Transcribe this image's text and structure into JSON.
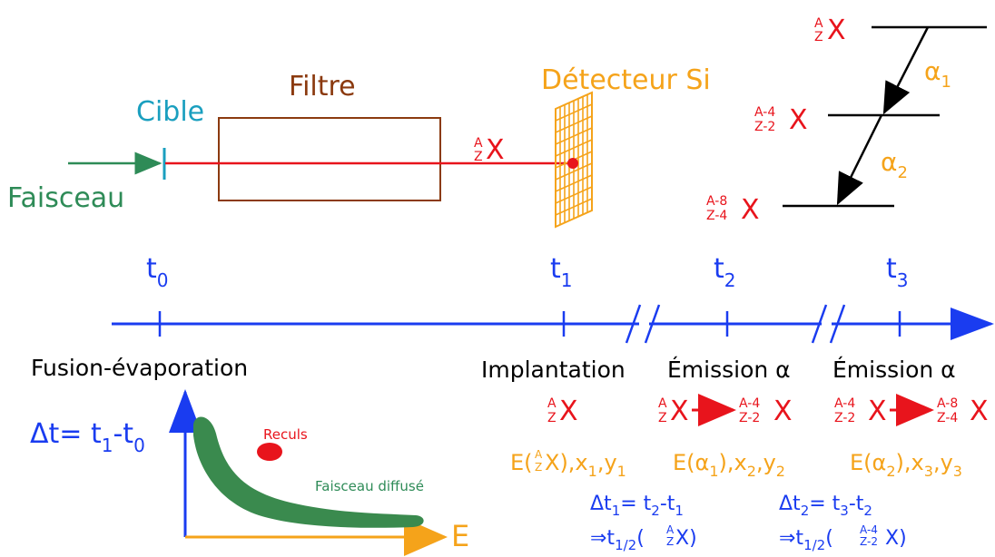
{
  "colors": {
    "green": "#2e8b57",
    "teal": "#1a9fbf",
    "brown": "#8b3a0f",
    "red": "#e8141c",
    "orange": "#f5a31a",
    "blue": "#1a3cf0",
    "black": "#000000",
    "blob_green": "#3a8a4e"
  },
  "setup": {
    "faisceau": "Faisceau",
    "cible": "Cible",
    "filtre": "Filtre",
    "detecteur": "Détecteur Si",
    "nucleus_sym": "X",
    "A": "A",
    "Z": "Z"
  },
  "decay_scheme": {
    "level0": {
      "top": "A",
      "bot": "Z",
      "sym": "X"
    },
    "level1": {
      "top": "A-4",
      "bot": "Z-2",
      "sym": "X"
    },
    "level2": {
      "top": "A-8",
      "bot": "Z-4",
      "sym": "X"
    },
    "alpha1": {
      "greek": "α",
      "sub": "1"
    },
    "alpha2": {
      "greek": "α",
      "sub": "2"
    }
  },
  "timeline": {
    "t0": {
      "base": "t",
      "sub": "0"
    },
    "t1": {
      "base": "t",
      "sub": "1"
    },
    "t2": {
      "base": "t",
      "sub": "2"
    },
    "t3": {
      "base": "t",
      "sub": "3"
    }
  },
  "stages": {
    "fusion": "Fusion-évaporation",
    "implantation": "Implantation",
    "emission1": "Émission α",
    "emission2": "Émission α"
  },
  "plot": {
    "delta_t": "Δt= t",
    "delta_t_sub1": "1",
    "delta_t_mid": "-t",
    "delta_t_sub0": "0",
    "x_axis": "E",
    "reculs": "Reculs",
    "faisceau_diffuse": "Faisceau diffusé"
  },
  "reactions": {
    "r0_sym": "X",
    "r1_left": {
      "top": "A",
      "bot": "Z",
      "sym": "X"
    },
    "r1_right": {
      "top": "A-4",
      "bot": "Z-2",
      "sym": "X"
    },
    "r2_left": {
      "top": "A-4",
      "bot": "Z-2",
      "sym": "X"
    },
    "r2_right": {
      "top": "A-8",
      "bot": "Z-4",
      "sym": "X"
    }
  },
  "energies": {
    "e0_prefix": "E(",
    "e0_mid": "X),x",
    "e0_s1": "1",
    "e0_comma": ",y",
    "e0_s2": "1",
    "e1_prefix": "E(α",
    "e1_s0": "1",
    "e1_mid": "),x",
    "e1_s1": "2",
    "e1_comma": ",y",
    "e1_s2": "2",
    "e2_prefix": "E(α",
    "e2_s0": "2",
    "e2_mid": "),x",
    "e2_s1": "3",
    "e2_comma": ",y",
    "e2_s2": "3"
  },
  "deltas": {
    "d1_line1_a": "Δt",
    "d1_s1": "1",
    "d1_line1_b": "= t",
    "d1_s2": "2",
    "d1_line1_c": "-t",
    "d1_s3": "1",
    "d1_line2_a": "⇒t",
    "d1_s4": "1/2",
    "d1_line2_b": "(",
    "d1_line2_c": "X)",
    "d2_line1_a": "Δt",
    "d2_s1": "2",
    "d2_line1_b": "= t",
    "d2_s2": "3",
    "d2_line1_c": "-t",
    "d2_s3": "2",
    "d2_line2_a": "⇒t",
    "d2_s4": "1/2",
    "d2_line2_b": "(",
    "d2_line2_c": "X)"
  }
}
